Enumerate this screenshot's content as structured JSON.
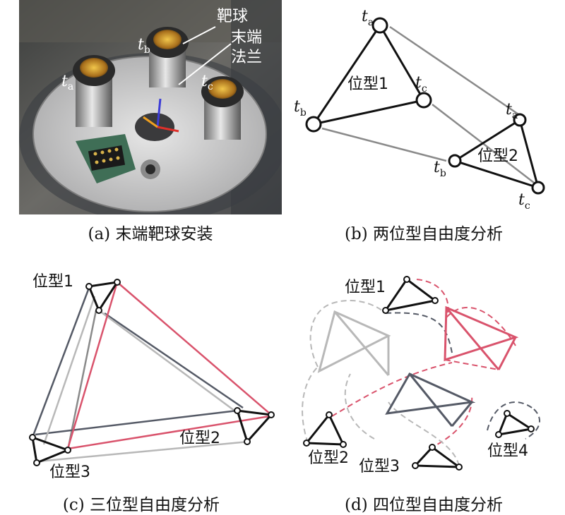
{
  "panel_a": {
    "caption": "(a) 末端靶球安装",
    "label_ball": "靶球",
    "label_flange_1": "末端",
    "label_flange_2": "法兰",
    "ta": "t",
    "ta_sub": "a",
    "tb": "t",
    "tb_sub": "b",
    "tc": "t",
    "tc_sub": "c"
  },
  "panel_b": {
    "caption": "(b) 两位型自由度分析",
    "pose1": "位型1",
    "pose2": "位型2",
    "t": "t",
    "a": "a",
    "b": "b",
    "c": "c"
  },
  "panel_c": {
    "caption": "(c) 三位型自由度分析",
    "pose1": "位型1",
    "pose2": "位型2",
    "pose3": "位型3"
  },
  "panel_d": {
    "caption": "(d) 四位型自由度分析",
    "pose1": "位型1",
    "pose2": "位型2",
    "pose3": "位型3",
    "pose4": "位型4"
  },
  "colors": {
    "black": "#111111",
    "gray_dark": "#555a66",
    "gray_mid": "#8a8a8a",
    "gray_light": "#b8b8b8",
    "red": "#d9536c"
  }
}
